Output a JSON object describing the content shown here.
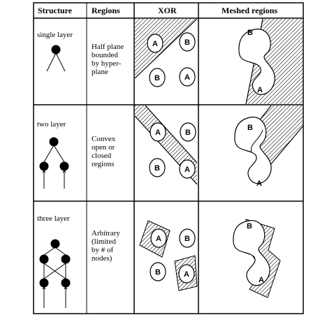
{
  "headers": {
    "structure": "Structure",
    "regions": "Regions",
    "xor": "XOR",
    "meshed": "Meshed regions"
  },
  "rows": [
    {
      "structure": "single layer",
      "regions": "Half plane\nbounded\nby hyper-\nplane"
    },
    {
      "structure": "two layer",
      "regions": "Convex\nopen or\nclosed\nregions"
    },
    {
      "structure": "three layer",
      "regions": "Arbitrary\n(limited\nby # of\nnodes)"
    }
  ],
  "class_labels": {
    "a": "A",
    "b": "B"
  }
}
